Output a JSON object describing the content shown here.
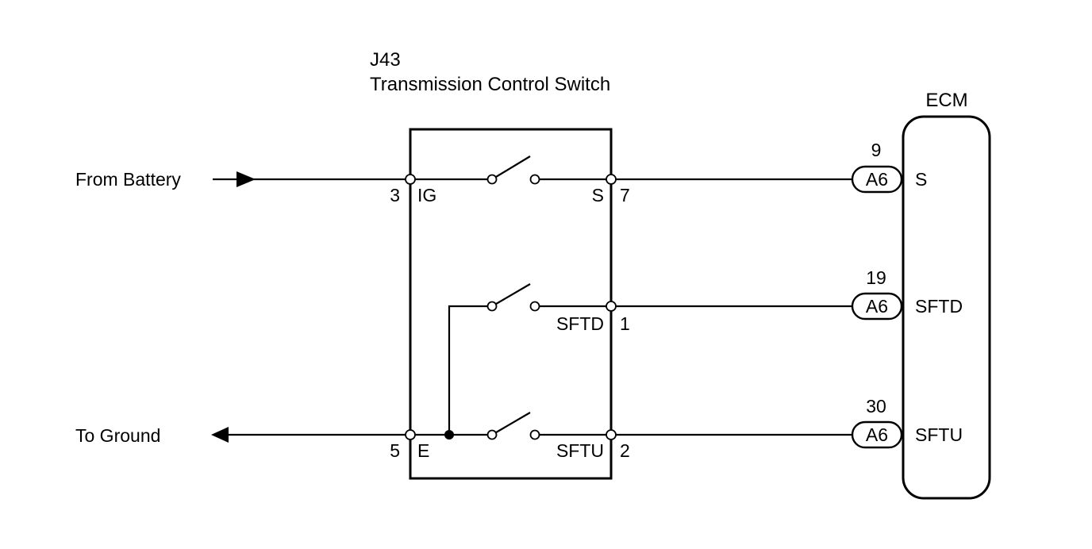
{
  "switch": {
    "id": "J43",
    "name": "Transmission Control Switch"
  },
  "ecm": {
    "label": "ECM"
  },
  "external": {
    "from_battery": "From Battery",
    "to_ground": "To Ground"
  },
  "switch_pins": {
    "ig_num": "3",
    "ig_name": "IG",
    "e_num": "5",
    "e_name": "E",
    "s_num": "7",
    "s_name": "S",
    "sftd_num": "1",
    "sftd_name": "SFTD",
    "sftu_num": "2",
    "sftu_name": "SFTU"
  },
  "ecm_pins": [
    {
      "pin": "9",
      "connector": "A6",
      "name": "S"
    },
    {
      "pin": "19",
      "connector": "A6",
      "name": "SFTD"
    },
    {
      "pin": "30",
      "connector": "A6",
      "name": "SFTU"
    }
  ]
}
